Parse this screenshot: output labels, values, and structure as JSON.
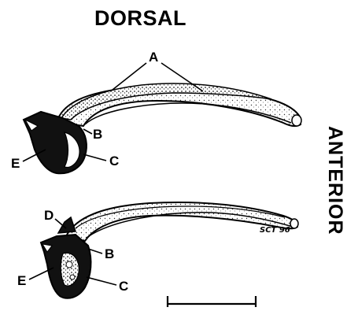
{
  "orientation": {
    "top_label": "DORSAL",
    "side_label": "ANTERIOR"
  },
  "labels": {
    "top": {
      "a": "A",
      "b": "B",
      "c": "C",
      "e": "E"
    },
    "bottom": {
      "d": "D",
      "b": "B",
      "c": "C",
      "e": "E"
    }
  },
  "credit": "SCT 96"
}
